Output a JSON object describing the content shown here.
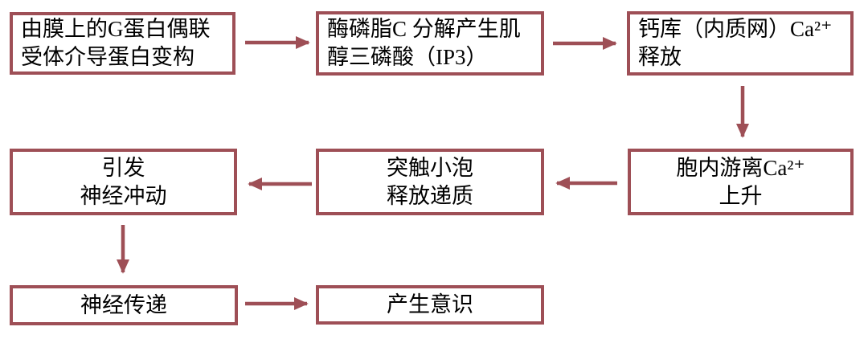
{
  "colors": {
    "accent": "#9e4f56",
    "text": "#000000",
    "background": "#ffffff"
  },
  "diagram_type": "flowchart",
  "nodes": [
    {
      "id": "n1",
      "align": "left",
      "lines": [
        "由膜上的G蛋白偶联",
        "受体介导蛋白变构"
      ]
    },
    {
      "id": "n2",
      "align": "left",
      "lines": [
        "酶磷脂C 分解产生肌",
        "醇三磷酸（IP3）"
      ]
    },
    {
      "id": "n3",
      "align": "left",
      "lines": [
        "钙库（内质网）Ca²⁺",
        "释放"
      ]
    },
    {
      "id": "n4",
      "align": "center",
      "lines": [
        "胞内游离Ca²⁺",
        "上升"
      ]
    },
    {
      "id": "n5",
      "align": "center",
      "lines": [
        "突触小泡",
        "释放递质"
      ]
    },
    {
      "id": "n6",
      "align": "center",
      "lines": [
        "引发",
        "神经冲动"
      ]
    },
    {
      "id": "n7",
      "align": "center",
      "lines": [
        "神经传递"
      ]
    },
    {
      "id": "n8",
      "align": "center",
      "lines": [
        "产生意识"
      ]
    }
  ],
  "edges": [
    {
      "from": "n1",
      "to": "n2",
      "direction": "right"
    },
    {
      "from": "n2",
      "to": "n3",
      "direction": "right"
    },
    {
      "from": "n3",
      "to": "n4",
      "direction": "down"
    },
    {
      "from": "n4",
      "to": "n5",
      "direction": "left"
    },
    {
      "from": "n5",
      "to": "n6",
      "direction": "left"
    },
    {
      "from": "n6",
      "to": "n7",
      "direction": "down"
    },
    {
      "from": "n7",
      "to": "n8",
      "direction": "right"
    }
  ]
}
